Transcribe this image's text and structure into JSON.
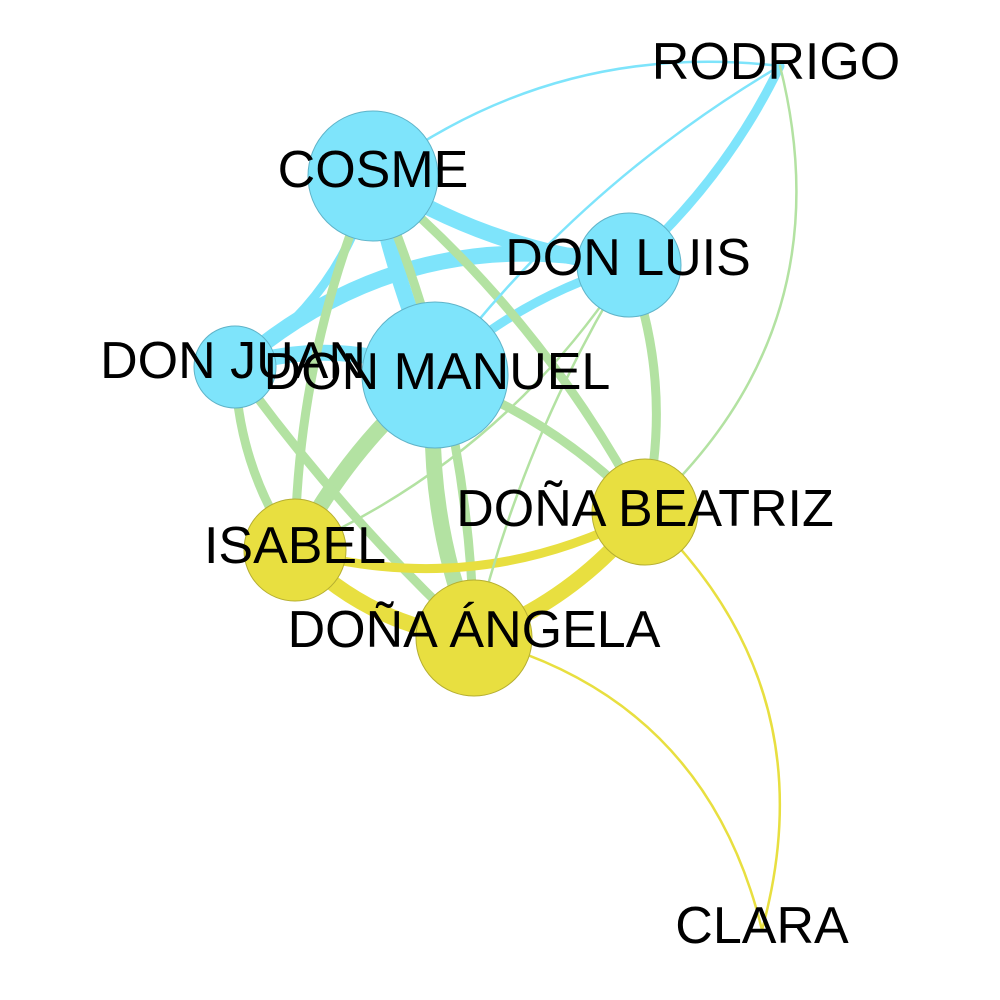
{
  "colors": {
    "male": "#7ee4fb",
    "male_stroke": "#5fb3c8",
    "female": "#e8df40",
    "female_stroke": "#b5ae30",
    "mixed_edge": "#b3e2a2",
    "male_edge": "#7ee4fb",
    "female_edge": "#e8df40"
  },
  "nodes": [
    {
      "id": "don-manuel",
      "label": "DON MANUEL",
      "group": "male"
    },
    {
      "id": "cosme",
      "label": "COSME",
      "group": "male"
    },
    {
      "id": "don-luis",
      "label": "DON LUIS",
      "group": "male"
    },
    {
      "id": "don-juan",
      "label": "DON JUAN",
      "group": "male"
    },
    {
      "id": "rodrigo",
      "label": "RODRIGO",
      "group": "male"
    },
    {
      "id": "dona-beatriz",
      "label": "DOÑA BEATRIZ",
      "group": "female"
    },
    {
      "id": "isabel",
      "label": "ISABEL",
      "group": "female"
    },
    {
      "id": "dona-angela",
      "label": "DOÑA ÁNGELA",
      "group": "female"
    },
    {
      "id": "clara",
      "label": "CLARA",
      "group": "female"
    }
  ],
  "edges": [
    {
      "source": "cosme",
      "target": "don-manuel",
      "weight": "heavy"
    },
    {
      "source": "don-manuel",
      "target": "don-juan",
      "weight": "heavy"
    },
    {
      "source": "cosme",
      "target": "don-luis",
      "weight": "heavy"
    },
    {
      "source": "dona-angela",
      "target": "dona-beatriz",
      "weight": "heavy"
    },
    {
      "source": "don-juan",
      "target": "don-luis",
      "weight": "heavy"
    },
    {
      "source": "don-manuel",
      "target": "dona-angela",
      "weight": "heavy"
    },
    {
      "source": "don-manuel",
      "target": "isabel",
      "weight": "heavy"
    },
    {
      "source": "isabel",
      "target": "dona-angela",
      "weight": "heavy"
    },
    {
      "source": "cosme",
      "target": "don-juan",
      "weight": "medium"
    },
    {
      "source": "don-manuel",
      "target": "don-luis",
      "weight": "medium"
    },
    {
      "source": "don-luis",
      "target": "dona-beatriz",
      "weight": "medium"
    },
    {
      "source": "don-manuel",
      "target": "dona-beatriz",
      "weight": "medium"
    },
    {
      "source": "don-luis",
      "target": "rodrigo",
      "weight": "medium"
    },
    {
      "source": "don-juan",
      "target": "isabel",
      "weight": "medium"
    },
    {
      "source": "cosme",
      "target": "isabel",
      "weight": "medium"
    },
    {
      "source": "cosme",
      "target": "dona-angela",
      "weight": "medium"
    },
    {
      "source": "cosme",
      "target": "dona-beatriz",
      "weight": "medium"
    },
    {
      "source": "don-juan",
      "target": "dona-angela",
      "weight": "medium"
    },
    {
      "source": "isabel",
      "target": "dona-beatriz",
      "weight": "medium"
    },
    {
      "source": "don-luis",
      "target": "dona-angela",
      "weight": "light"
    },
    {
      "source": "don-luis",
      "target": "isabel",
      "weight": "light"
    },
    {
      "source": "cosme",
      "target": "rodrigo",
      "weight": "light"
    },
    {
      "source": "don-manuel",
      "target": "rodrigo",
      "weight": "light"
    },
    {
      "source": "rodrigo",
      "target": "dona-beatriz",
      "weight": "light"
    },
    {
      "source": "dona-angela",
      "target": "clara",
      "weight": "light"
    },
    {
      "source": "dona-beatriz",
      "target": "clara",
      "weight": "light"
    }
  ]
}
